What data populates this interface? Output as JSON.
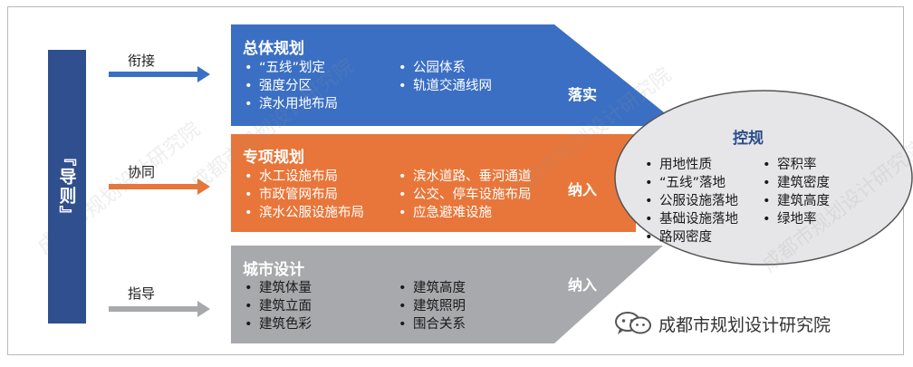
{
  "guide": {
    "label": "『导则』"
  },
  "arrows": [
    {
      "label": "衔接",
      "color": "#3b6fc3"
    },
    {
      "label": "协同",
      "color": "#e8763a"
    },
    {
      "label": "指导",
      "color": "#a7a9ac"
    }
  ],
  "blocks": [
    {
      "title": "总体规划",
      "color": "#3b6fc3",
      "verb": "落实",
      "left_items": [
        "“五线”划定",
        "强度分区",
        "滨水用地布局"
      ],
      "right_items": [
        "公园体系",
        "轨道交通线网"
      ]
    },
    {
      "title": "专项规划",
      "color": "#e8763a",
      "verb": "纳入",
      "left_items": [
        "水工设施布局",
        "市政管网布局",
        "滨水公服设施布局"
      ],
      "right_items": [
        "滨水道路、垂河通道",
        "公交、停车设施布局",
        "应急避难设施"
      ]
    },
    {
      "title": "城市设计",
      "color": "#a7a9ac",
      "verb": "纳入",
      "left_items": [
        "建筑体量",
        "建筑立面",
        "建筑色彩"
      ],
      "right_items": [
        "建筑高度",
        "建筑照明",
        "围合关系"
      ]
    }
  ],
  "kongui": {
    "title": "控规",
    "left_items": [
      "用地性质",
      "“五线”落地",
      "公服设施落地",
      "基础设施落地",
      "路网密度"
    ],
    "right_items": [
      "容积率",
      "建筑密度",
      "建筑高度",
      "绿地率"
    ]
  },
  "watermark": "成都市规划设计研究院",
  "brand": {
    "text": "成都市规划设计研究院",
    "icon": "wechat-icon"
  }
}
